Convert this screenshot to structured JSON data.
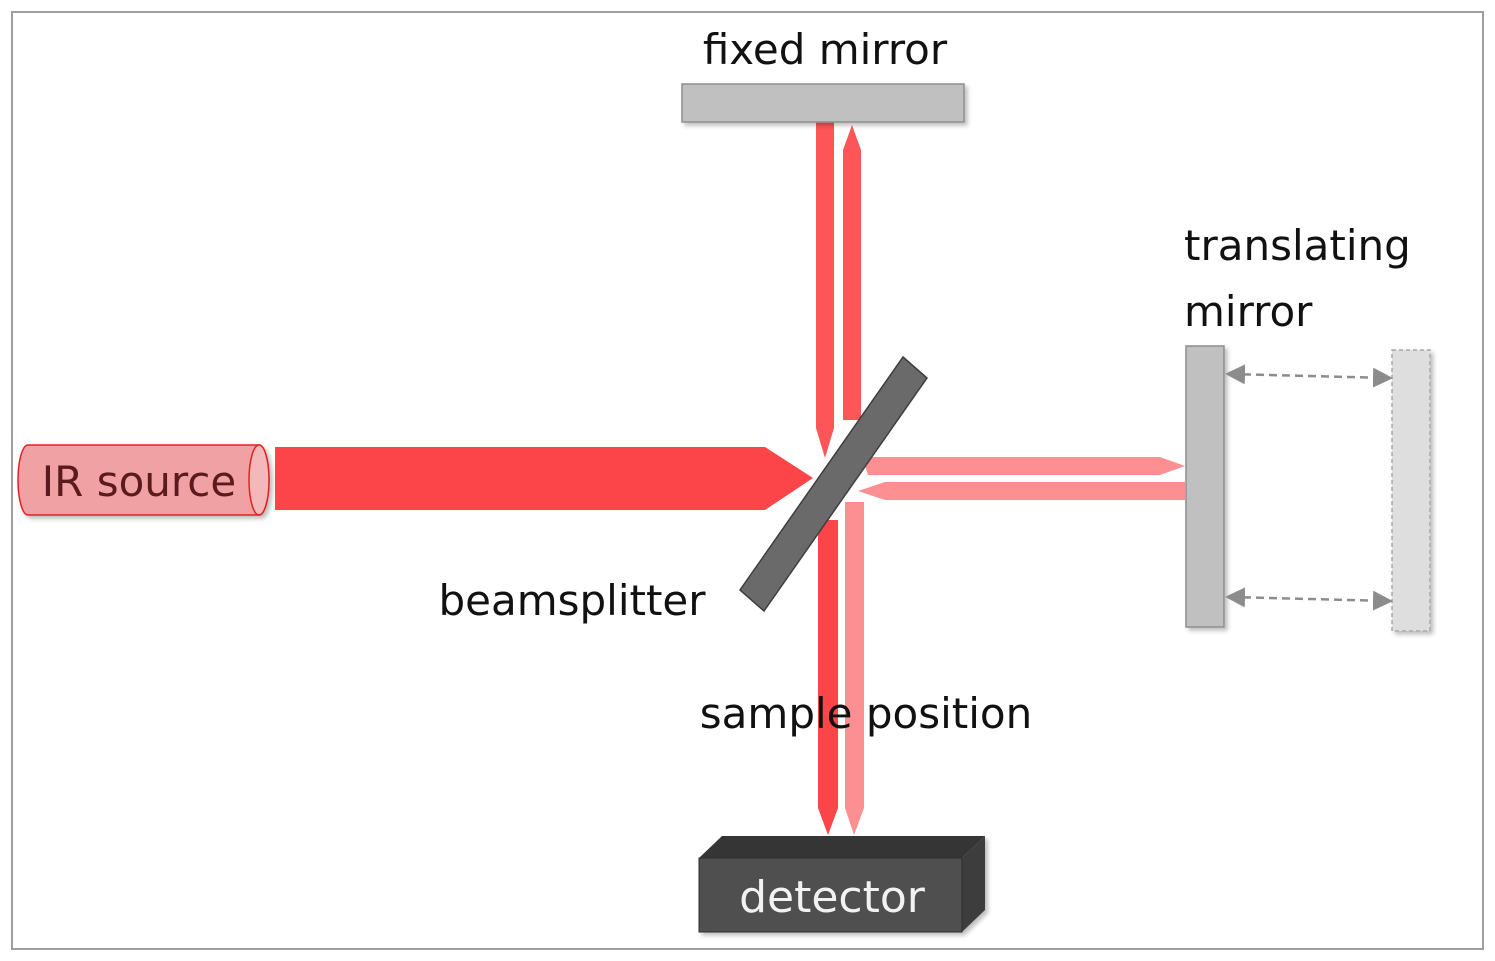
{
  "labels": {
    "fixed_mirror": "fixed mirror",
    "translating_mirror_line1": "translating",
    "translating_mirror_line2": "mirror",
    "ir_source": "IR source",
    "beamsplitter": "beamsplitter",
    "sample_position": "sample position",
    "detector": "detector"
  },
  "colors": {
    "beam": "#fc4549",
    "beam_vertical": "#fd5558",
    "beam_light": "#fc8f92",
    "source_fill": "#f0a1a4",
    "source_stroke": "#e32027",
    "source_text": "#5b1a1c",
    "mirror": "#c0c0c0",
    "mirror_ghost": "#dedede",
    "beamsplitter": "#6a6a6a",
    "detector_front": "#505050",
    "detector_top": "#353535",
    "detector_side": "#3e3e3e",
    "arrow": "#8c8c8c",
    "frame": "#9e9e9e"
  }
}
